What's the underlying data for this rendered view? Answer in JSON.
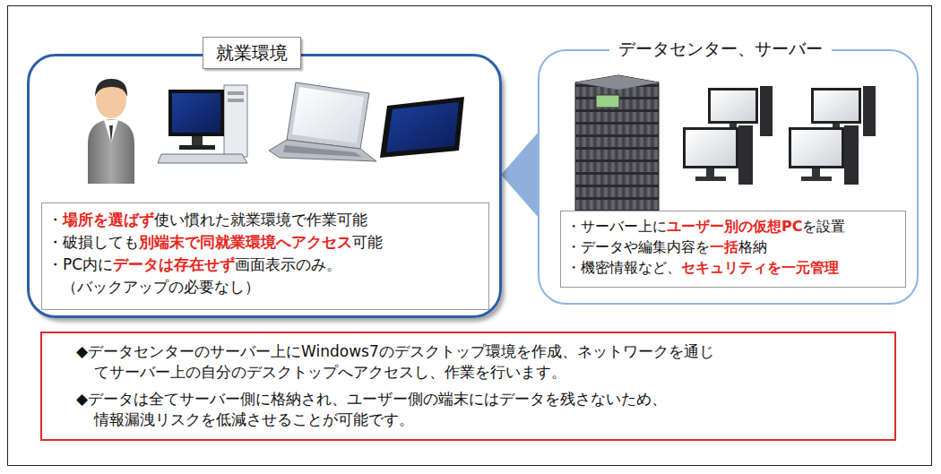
{
  "diagram": {
    "nodes": [
      {
        "text": [
          "就業環境"
        ]
      },
      {
        "text": [
          "・場所を選ばず使い慣れた就業環境で作業可能",
          "・破損しても別端末で同就業環境へアクセス可能",
          "・PC内にデータは存在せず画面表示のみ。",
          "（バックアップの必要なし）"
        ],
        "in": 0
      },
      {
        "text": [
          "データセンター、サーバー"
        ]
      },
      {
        "text": [
          "・サーバー上にユーザー別の仮想PCを設置",
          "・データや編集内容を一括格納",
          "・機密情報など、セキュリティを一元管理"
        ],
        "in": 2
      },
      {
        "text": [
          "◆データセンターのサーバー上にWindows7のデスクトップ環境を作成、ネットワークを通じ",
          "てサーバー上の自分のデスクトップへアクセスし、作業を行います。",
          "◆データは全てサーバー側に格納され、ユーザー側の端末にはデータを残さないため、",
          "情報漏洩リスクを低減させることが可能です。"
        ]
      }
    ],
    "edges": [
      {
        "from": 2,
        "to": 0,
        "arrow": "to"
      }
    ]
  }
}
